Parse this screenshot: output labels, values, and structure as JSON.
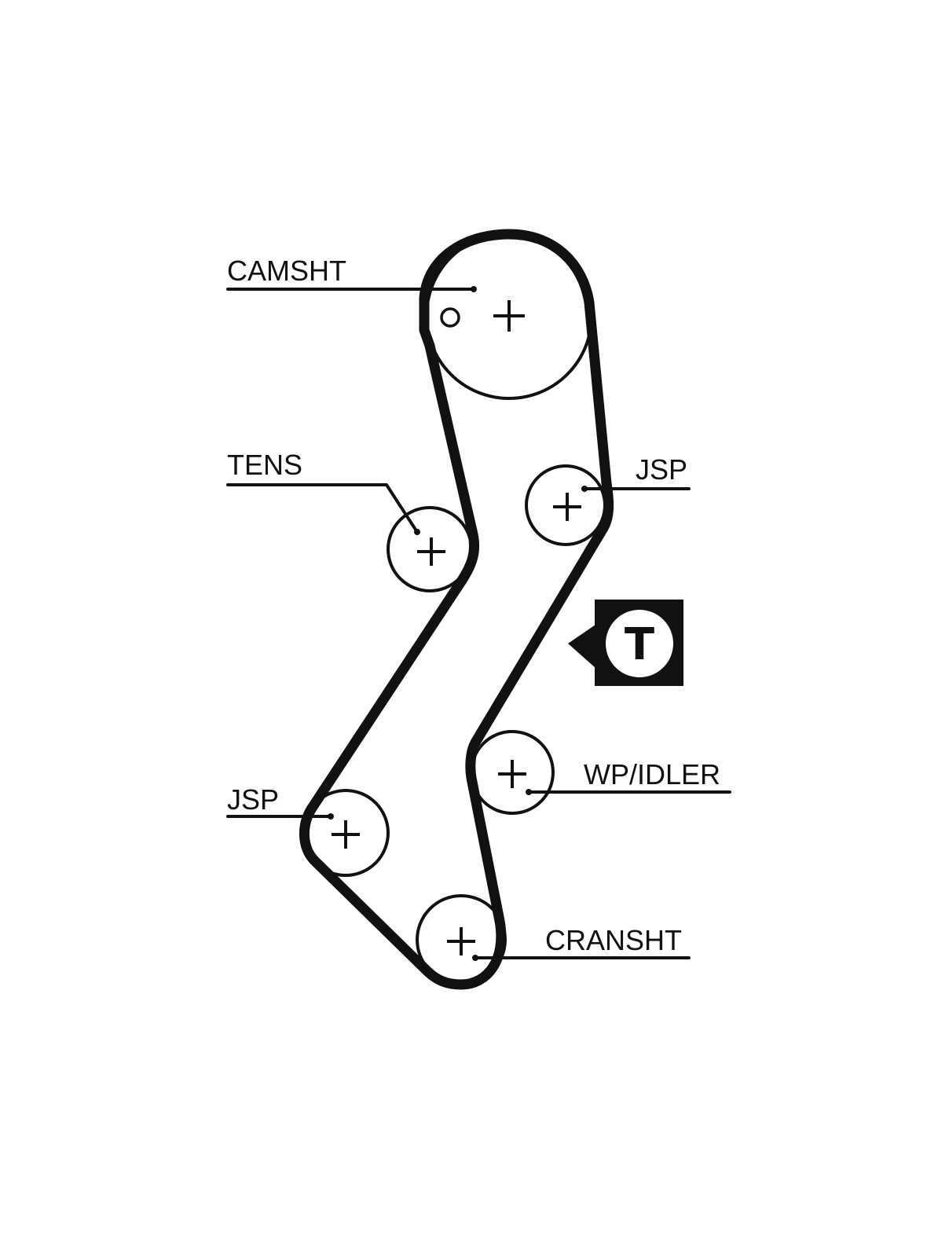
{
  "labels": {
    "camshaft": "CAMSHT",
    "tensioner": "TENS",
    "jsp_right": "JSP",
    "jsp_left": "JSP",
    "water_pump_idler": "WP/IDLER",
    "crankshaft": "CRANSHT"
  },
  "badge": {
    "letter": "T"
  },
  "colors": {
    "ink": "#111111",
    "background": "#ffffff"
  }
}
